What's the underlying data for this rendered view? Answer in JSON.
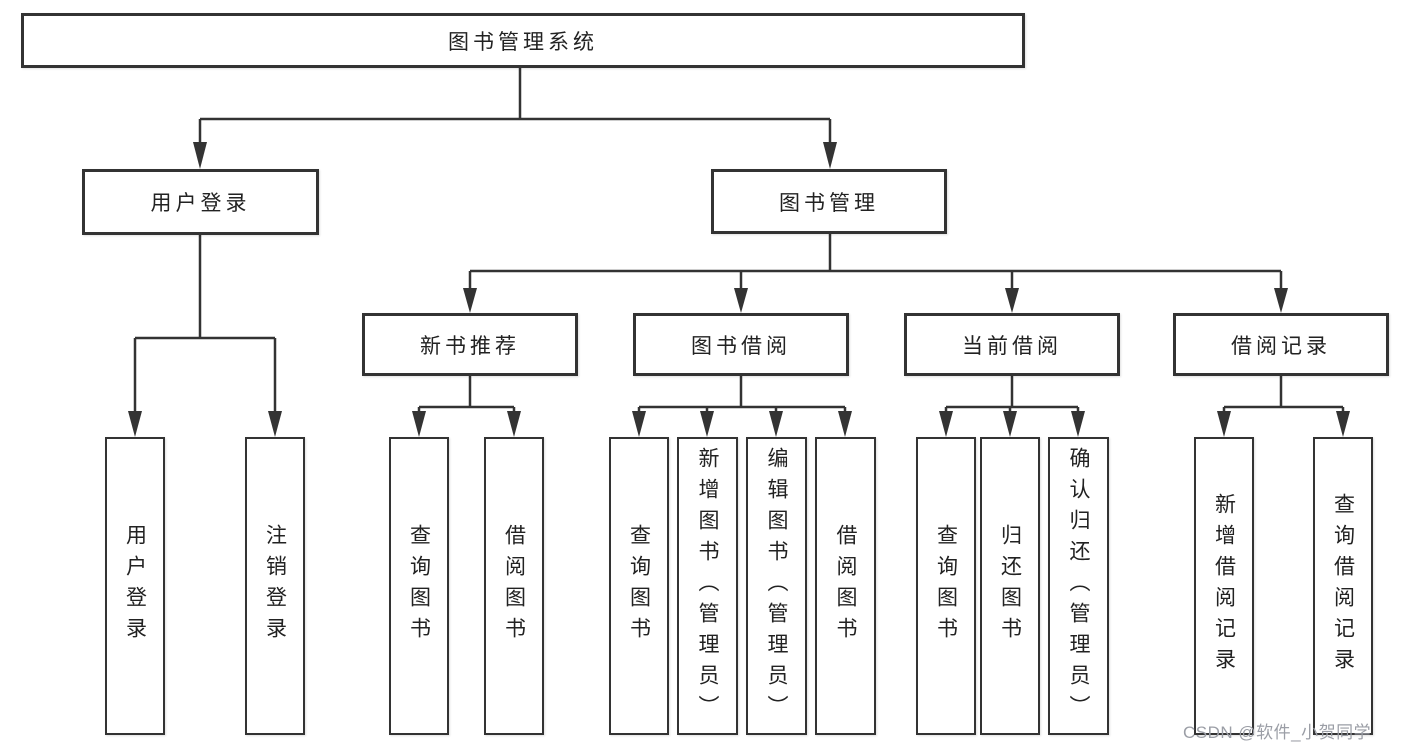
{
  "diagram": {
    "tree": {
      "label": "图书管理系统",
      "children": [
        {
          "label": "用户登录",
          "children": [
            {
              "label": "用户登录"
            },
            {
              "label": "注销登录"
            }
          ]
        },
        {
          "label": "图书管理",
          "children": [
            {
              "label": "新书推荐",
              "children": [
                {
                  "label": "查询图书"
                },
                {
                  "label": "借阅图书"
                }
              ]
            },
            {
              "label": "图书借阅",
              "children": [
                {
                  "label": "查询图书"
                },
                {
                  "label": "新增图书（管理员）"
                },
                {
                  "label": "编辑图书（管理员）"
                },
                {
                  "label": "借阅图书"
                }
              ]
            },
            {
              "label": "当前借阅",
              "children": [
                {
                  "label": "查询图书"
                },
                {
                  "label": "归还图书"
                },
                {
                  "label": "确认归还（管理员）"
                }
              ]
            },
            {
              "label": "借阅记录",
              "children": [
                {
                  "label": "新增借阅记录"
                },
                {
                  "label": "查询借阅记录"
                }
              ]
            }
          ]
        }
      ]
    },
    "watermark": "CSDN @软件_小贺同学",
    "colors": {
      "line": "#333333",
      "box_border": "#333333",
      "box_fill": "#ffffff",
      "text": "#222222",
      "background": "#ffffff",
      "watermark": "#9b9ea6"
    }
  }
}
